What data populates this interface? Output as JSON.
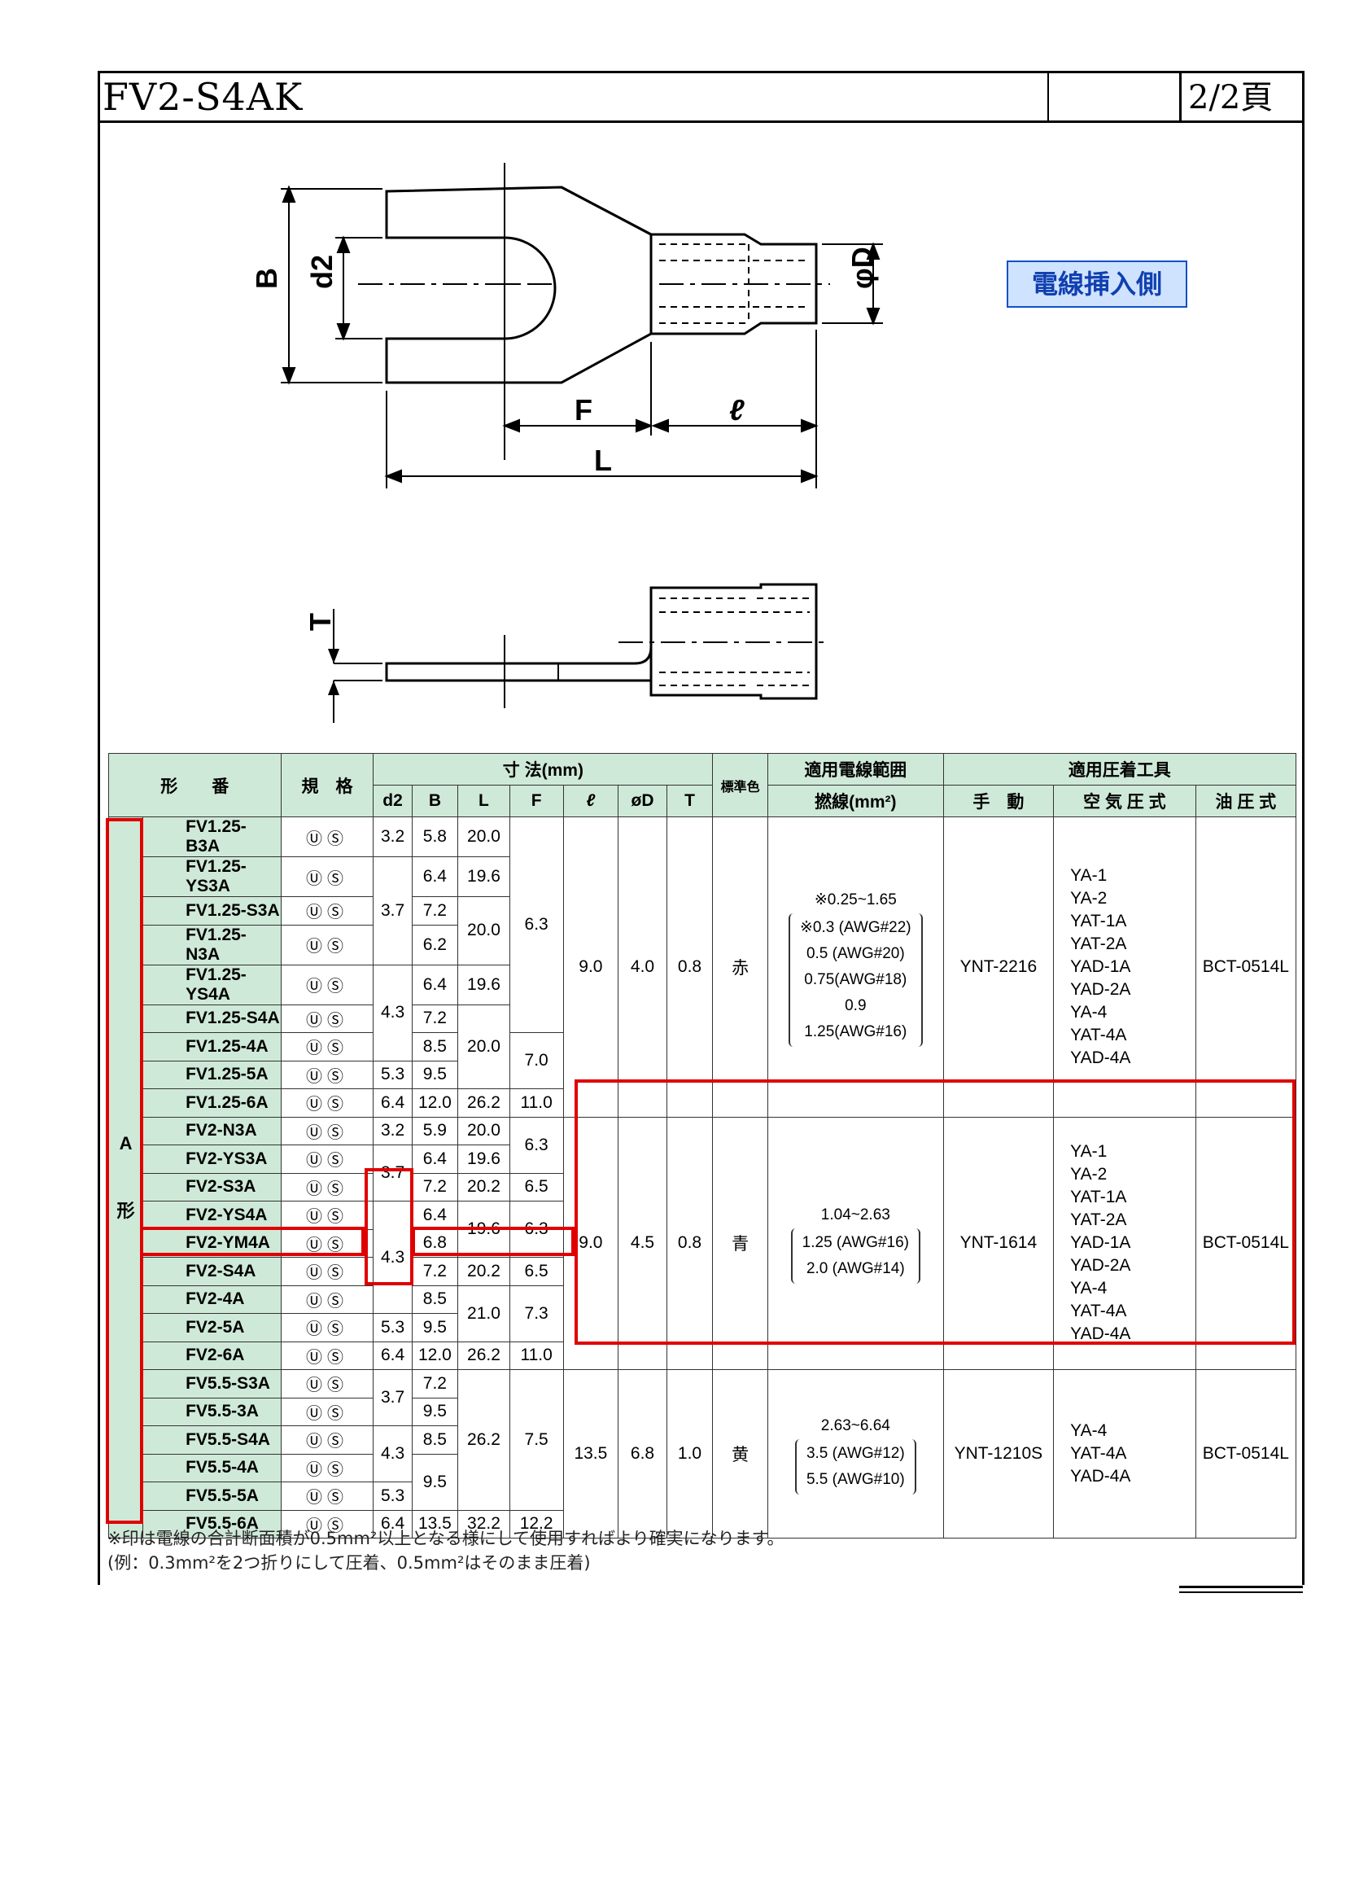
{
  "header": {
    "title": "FV2-S4AK",
    "blank": "",
    "page": "2/2頁"
  },
  "badge": "電線挿入側",
  "drawing": {
    "labels": {
      "B": "B",
      "d2": "d2",
      "F": "F",
      "ell": "ℓ",
      "L": "L",
      "phiD": "φD",
      "T": "T"
    }
  },
  "table": {
    "head": {
      "model": "形　　番",
      "std": "規　格",
      "dims": "寸 法(mm)",
      "color": "標準色",
      "wire_range": "適用電線範囲",
      "tools": "適用圧着工具",
      "d2": "d2",
      "B": "B",
      "L": "L",
      "F": "F",
      "ell": "ℓ",
      "phiD": "øD",
      "T": "T",
      "strand": "撚線(mm²)",
      "manual": "手　動",
      "air": "空 気 圧 式",
      "oil": "油 圧 式"
    },
    "type_label": [
      "A",
      "形"
    ],
    "ul_mark": "ⓊⓈ",
    "rows": [
      {
        "model": "FV1.25-B3A"
      },
      {
        "model": "FV1.25-YS3A"
      },
      {
        "model": "FV1.25-S3A"
      },
      {
        "model": "FV1.25-N3A"
      },
      {
        "model": "FV1.25-YS4A"
      },
      {
        "model": "FV1.25-S4A"
      },
      {
        "model": "FV1.25-4A"
      },
      {
        "model": "FV1.25-5A"
      },
      {
        "model": "FV1.25-6A"
      },
      {
        "model": "FV2-N3A"
      },
      {
        "model": "FV2-YS3A"
      },
      {
        "model": "FV2-S3A"
      },
      {
        "model": "FV2-YS4A"
      },
      {
        "model": "FV2-YM4A"
      },
      {
        "model": "FV2-S4A"
      },
      {
        "model": "FV2-4A"
      },
      {
        "model": "FV2-5A"
      },
      {
        "model": "FV2-6A"
      },
      {
        "model": "FV5.5-S3A"
      },
      {
        "model": "FV5.5-3A"
      },
      {
        "model": "FV5.5-S4A"
      },
      {
        "model": "FV5.5-4A"
      },
      {
        "model": "FV5.5-5A"
      },
      {
        "model": "FV5.5-6A"
      }
    ],
    "cells": {
      "d2": [
        "3.2",
        "3.7",
        "4.3",
        "5.3",
        "6.4",
        "3.2",
        "3.7",
        "4.3",
        "5.3",
        "6.4",
        "3.7",
        "4.3",
        "5.3",
        "6.4"
      ],
      "B": [
        "5.8",
        "6.4",
        "7.2",
        "6.2",
        "6.4",
        "7.2",
        "8.5",
        "9.5",
        "12.0",
        "5.9",
        "6.4",
        "7.2",
        "6.4",
        "6.8",
        "7.2",
        "8.5",
        "9.5",
        "12.0",
        "7.2",
        "9.5",
        "8.5",
        "9.5",
        "13.5"
      ],
      "L": [
        "20.0",
        "19.6",
        "20.0",
        "19.6",
        "20.0",
        "26.2",
        "20.0",
        "19.6",
        "20.2",
        "19.6",
        "20.2",
        "21.0",
        "26.2",
        "26.2",
        "32.2"
      ],
      "F": [
        "6.3",
        "7.0",
        "11.0",
        "6.3",
        "6.5",
        "6.3",
        "6.5",
        "7.3",
        "11.0",
        "7.5",
        "12.2"
      ],
      "group1": {
        "ell": "9.0",
        "phiD": "4.0",
        "T": "0.8",
        "color": "赤",
        "wire": [
          "※0.25~1.65",
          "※0.3 (AWG#22)",
          "0.5 (AWG#20)",
          "0.75(AWG#18)",
          "0.9",
          "1.25(AWG#16)"
        ],
        "manual": "YNT-2216",
        "air": [
          "YA-1",
          "YA-2",
          "YAT-1A",
          "YAT-2A",
          "YAD-1A",
          "YAD-2A",
          "YA-4",
          "YAT-4A",
          "YAD-4A"
        ],
        "oil": "BCT-0514L"
      },
      "group2": {
        "ell": "9.0",
        "phiD": "4.5",
        "T": "0.8",
        "color": "青",
        "wire": [
          "1.04~2.63",
          "1.25 (AWG#16)",
          "2.0 (AWG#14)"
        ],
        "manual": "YNT-1614",
        "air": [
          "YA-1",
          "YA-2",
          "YAT-1A",
          "YAT-2A",
          "YAD-1A",
          "YAD-2A",
          "YA-4",
          "YAT-4A",
          "YAD-4A"
        ],
        "oil": "BCT-0514L"
      },
      "group3": {
        "ell": "13.5",
        "phiD": "6.8",
        "T": "1.0",
        "color": "黄",
        "wire": [
          "2.63~6.64",
          "3.5 (AWG#12)",
          "5.5 (AWG#10)"
        ],
        "manual": "YNT-1210S",
        "air": [
          "YA-4",
          "YAT-4A",
          "YAD-4A"
        ],
        "oil": "BCT-0514L"
      }
    }
  },
  "footnote": [
    "※印は電線の合計断面積が0.5mm²以上となる様にして使用すればより確実になります。",
    "(例：0.3mm²を2つ折りにして圧着、0.5mm²はそのまま圧着)"
  ]
}
